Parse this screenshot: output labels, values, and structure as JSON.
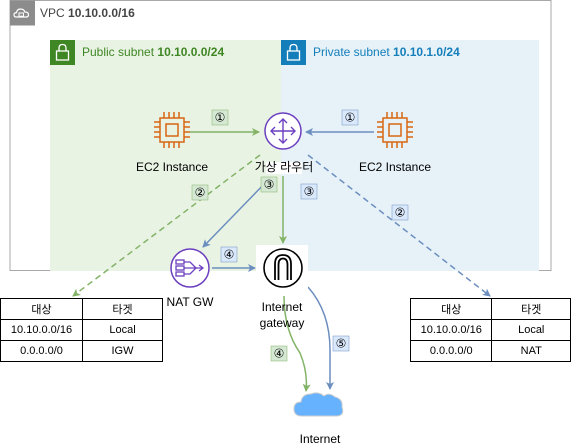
{
  "vpc": {
    "prefix": "VPC ",
    "cidr": "10.10.0.0/16"
  },
  "public_subnet": {
    "prefix": "Public subnet ",
    "cidr": "10.10.0.0/24"
  },
  "private_subnet": {
    "prefix": "Private subnet ",
    "cidr": "10.10.1.0/24"
  },
  "nodes": {
    "ec2_left": "EC2 Instance",
    "ec2_right": "EC2 Instance",
    "router": "가상 라우터",
    "nat": "NAT GW",
    "igw_line1": "Internet",
    "igw_line2": "gateway",
    "internet": "Internet"
  },
  "steps": {
    "one": "①",
    "two": "②",
    "three": "③",
    "four": "④",
    "five": "⑤"
  },
  "colors": {
    "green": "#82b366",
    "green_fill": "#d5e8d4",
    "blue": "#6c8ebf",
    "blue_fill": "#dae8fc",
    "subnet_green_bg": "#e9f3e4",
    "subnet_blue_bg": "#e6f2f8",
    "ec2_orange": "#d86613",
    "router_purple": "#6b3fbf",
    "cloud": "#66b2ff"
  },
  "public_route_table": {
    "headers": [
      "대상",
      "타겟"
    ],
    "rows": [
      [
        "10.10.0.0/16",
        "Local"
      ],
      [
        "0.0.0.0/0",
        "IGW"
      ]
    ]
  },
  "private_route_table": {
    "headers": [
      "대상",
      "타겟"
    ],
    "rows": [
      [
        "10.10.0.0/16",
        "Local"
      ],
      [
        "0.0.0.0/0",
        "NAT"
      ]
    ]
  }
}
